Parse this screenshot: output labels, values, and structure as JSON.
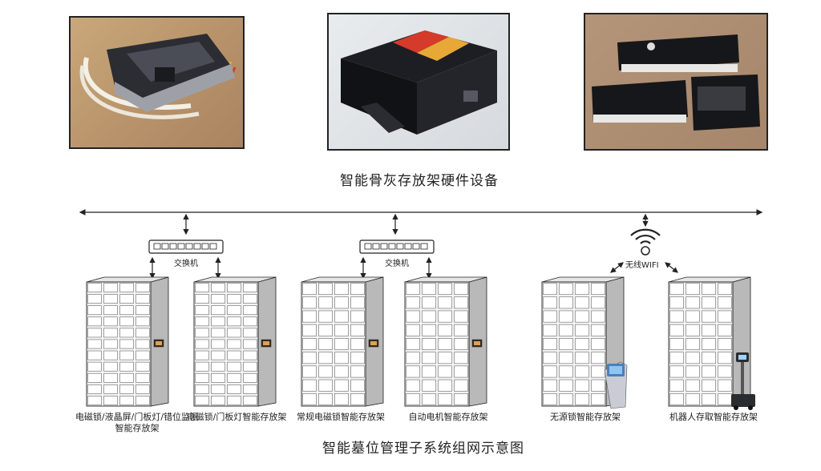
{
  "hardware": {
    "title": "智能骨灰存放架硬件设备",
    "photos": [
      {
        "icon": "electromagnetic-lock-photo"
      },
      {
        "icon": "controller-box-photo"
      },
      {
        "icon": "circuit-boards-photo"
      }
    ]
  },
  "network": {
    "title": "智能墓位管理子系统组网示意图",
    "switch_label": "交换机",
    "wifi_label": "无线WIFI",
    "shelves": [
      {
        "label": "电磁锁/液晶屏/门板灯/错位监测\n智能存放架"
      },
      {
        "label": "电磁锁/门板灯智能存放架"
      },
      {
        "label": "常规电磁锁智能存放架"
      },
      {
        "label": "自动电机智能存放架"
      },
      {
        "label": "无源锁智能存放架"
      },
      {
        "label": "机器人存取智能存放架"
      }
    ]
  },
  "colors": {
    "line": "#222222",
    "cabinet_face": "#f4f4f4",
    "cabinet_side": "#b9b9b9",
    "kiosk": "#4a7fc0"
  }
}
